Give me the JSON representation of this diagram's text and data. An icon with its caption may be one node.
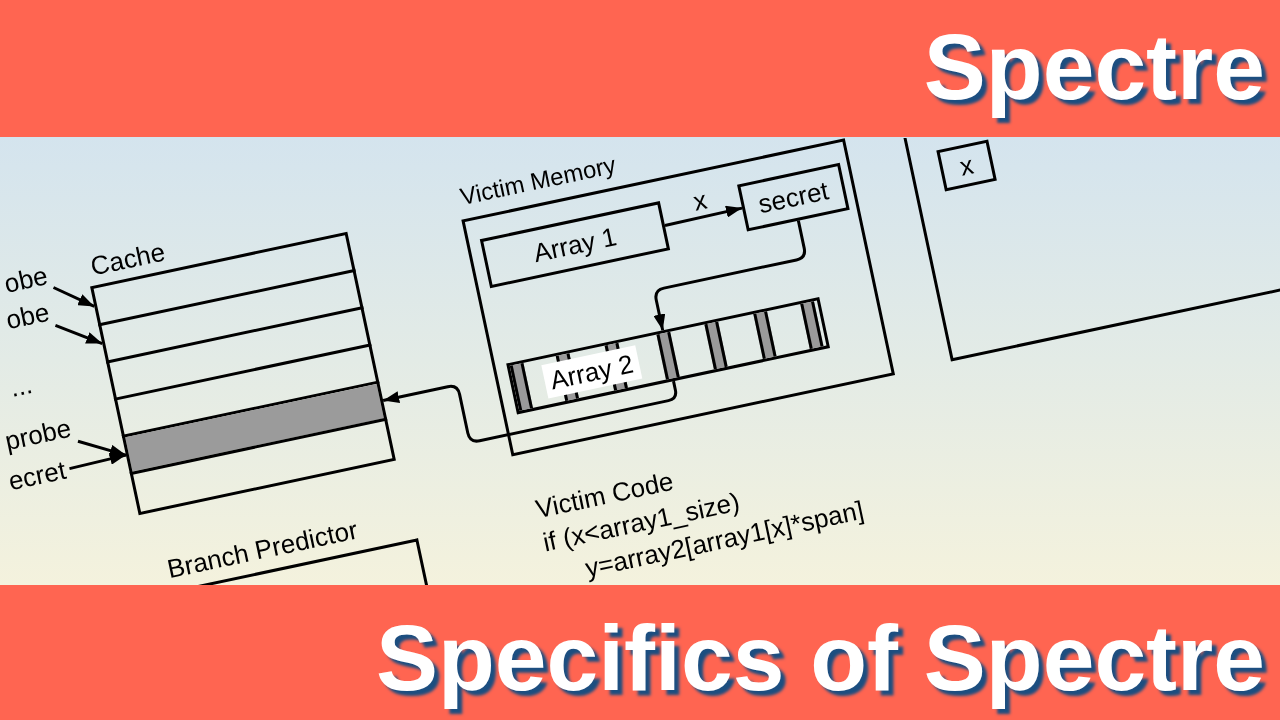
{
  "diagram": {
    "title": "Spectre",
    "caption": "Specifics of Spectre",
    "nodes": [
      {
        "text": [
          "obe"
        ]
      },
      {
        "text": [
          "obe"
        ]
      },
      {
        "text": [
          "probe"
        ]
      },
      {
        "text": [
          "ecret"
        ]
      },
      {
        "text": [
          "Cache"
        ]
      },
      {
        "text": [
          "Victim Memory"
        ]
      },
      {
        "text": [
          "Array 1"
        ],
        "in": 5
      },
      {
        "text": [
          "secret"
        ],
        "in": 5
      },
      {
        "text": [
          "Array 2"
        ],
        "in": 5
      },
      {
        "text": [],
        "shape": "box"
      },
      {
        "text": [
          "x"
        ],
        "in": 9
      },
      {
        "text": [
          "Branch Predictor"
        ]
      }
    ],
    "edges": [
      {
        "from": 0,
        "to": 4,
        "arrow": "to"
      },
      {
        "from": 1,
        "to": 4,
        "arrow": "to"
      },
      {
        "from": 2,
        "to": 4,
        "arrow": "to"
      },
      {
        "from": 3,
        "to": 4,
        "arrow": "to"
      },
      {
        "from": 6,
        "to": 7,
        "arrow": "to",
        "label": "x"
      },
      {
        "from": 7,
        "to": 8,
        "arrow": "to"
      },
      {
        "from": 8,
        "to": 4,
        "arrow": "to"
      }
    ],
    "labels": [
      "...",
      "Victim Code",
      "if (x<array1_size)",
      "y=array2[array1[x]*span]"
    ]
  }
}
